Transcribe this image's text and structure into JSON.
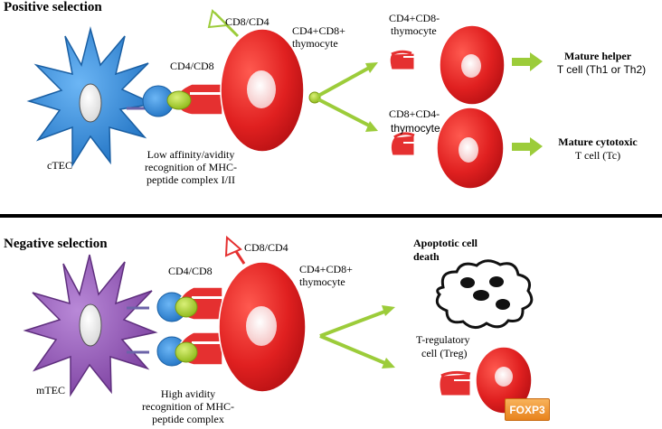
{
  "positive": {
    "heading": "Positive selection",
    "cell_label": "cTEC",
    "coreceptor_label": "CD4/CD8",
    "other_coreceptor_label": "CD8/CD4",
    "thymocyte_label": [
      "CD4+CD8+",
      "thymocyte"
    ],
    "recognition_label": [
      "Low affinity/avidity",
      "recognition of MHC-",
      "peptide complex I/II"
    ],
    "cd4_single": [
      "CD4+CD8-",
      "thymocyte"
    ],
    "cd8_single": [
      "CD8+CD4-",
      "thymocyte"
    ],
    "helper_outcome": [
      "Mature helper",
      "T cell (Th1 or Th2)"
    ],
    "cytotoxic_outcome": [
      "Mature cytotoxic",
      "T cell (Tc)"
    ]
  },
  "negative": {
    "heading": "Negative selection",
    "cell_label": "mTEC",
    "coreceptor_label": "CD4/CD8",
    "other_coreceptor_label": "CD8/CD4",
    "thymocyte_label": [
      "CD4+CD8+",
      "thymocyte"
    ],
    "recognition_label": [
      "High avidity",
      "recognition of MHC-",
      "peptide complex"
    ],
    "apoptosis_label": [
      "Apoptotic cell",
      "death"
    ],
    "treg_label": [
      "T-regulatory",
      "cell (Treg)"
    ],
    "treg_marker": "FOXP3"
  },
  "colors": {
    "thymocyte_red": "#e02020",
    "ctec_blue": "#2f86d6",
    "mtec_purple": "#9556b8",
    "peptide_green": "#a6cc22",
    "arrow_green": "#9ccc3a",
    "divider": "#000000"
  }
}
